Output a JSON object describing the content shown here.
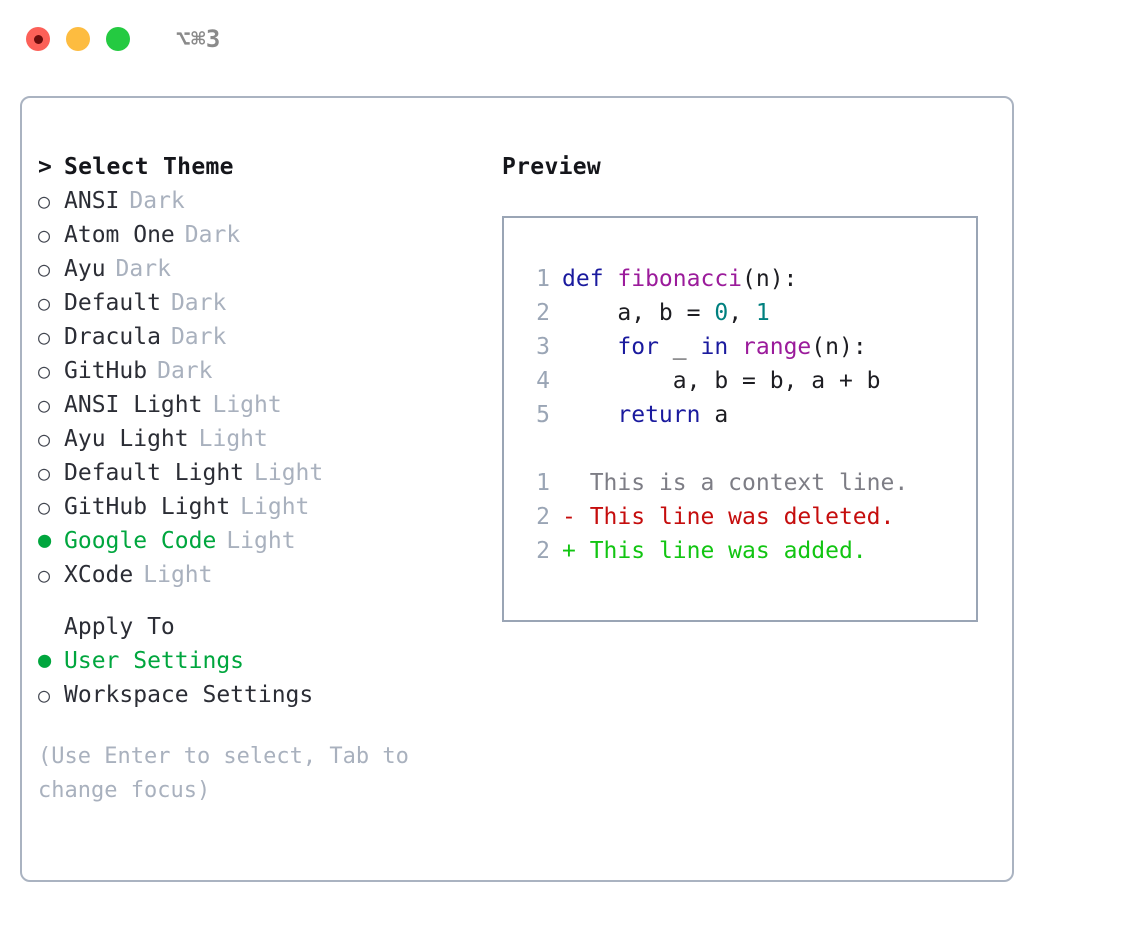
{
  "titlebar": {
    "shortcut": "⌥⌘3",
    "buttons": [
      {
        "name": "close",
        "color": "#fc6058"
      },
      {
        "name": "minimize",
        "color": "#fdbc40"
      },
      {
        "name": "maximize",
        "color": "#24ca41"
      }
    ]
  },
  "colors": {
    "accent_green": "#00a63e",
    "muted": "#a9b1be",
    "text": "#2b2d35",
    "border": "#aab3c1",
    "preview_border": "#9aa5b5",
    "keyword": "#1a1a9e",
    "function": "#9b1b9b",
    "number": "#00807f",
    "diff_deleted": "#c50d0d",
    "diff_added": "#12c512",
    "diff_context": "#7d7d85",
    "line_number": "#9aa5b5"
  },
  "theme_section": {
    "header_marker": ">",
    "header_label": "Select Theme",
    "marker_unselected": "○",
    "marker_selected": "●",
    "items": [
      {
        "label": "ANSI",
        "badge": "Dark",
        "selected": false
      },
      {
        "label": "Atom One",
        "badge": "Dark",
        "selected": false
      },
      {
        "label": "Ayu",
        "badge": "Dark",
        "selected": false
      },
      {
        "label": "Default",
        "badge": "Dark",
        "selected": false
      },
      {
        "label": "Dracula",
        "badge": "Dark",
        "selected": false
      },
      {
        "label": "GitHub",
        "badge": "Dark",
        "selected": false
      },
      {
        "label": "ANSI Light",
        "badge": "Light",
        "selected": false
      },
      {
        "label": "Ayu Light",
        "badge": "Light",
        "selected": false
      },
      {
        "label": "Default Light",
        "badge": "Light",
        "selected": false
      },
      {
        "label": "GitHub Light",
        "badge": "Light",
        "selected": false
      },
      {
        "label": "Google Code",
        "badge": "Light",
        "selected": true
      },
      {
        "label": "XCode",
        "badge": "Light",
        "selected": false
      }
    ]
  },
  "apply_section": {
    "header_label": "Apply To",
    "items": [
      {
        "label": "User Settings",
        "selected": true
      },
      {
        "label": "Workspace Settings",
        "selected": false
      }
    ]
  },
  "hint": "(Use Enter to select, Tab to change focus)",
  "preview": {
    "title": "Preview",
    "code_lines": [
      {
        "num": "1",
        "tokens": [
          {
            "t": "def ",
            "c": "tok-kw"
          },
          {
            "t": "fibonacci",
            "c": "tok-fn"
          },
          {
            "t": "(n):",
            "c": "tok-txt"
          }
        ]
      },
      {
        "num": "2",
        "tokens": [
          {
            "t": "    a, b = ",
            "c": "tok-txt"
          },
          {
            "t": "0",
            "c": "tok-num"
          },
          {
            "t": ", ",
            "c": "tok-txt"
          },
          {
            "t": "1",
            "c": "tok-num"
          }
        ]
      },
      {
        "num": "3",
        "tokens": [
          {
            "t": "    ",
            "c": "tok-txt"
          },
          {
            "t": "for",
            "c": "tok-kw"
          },
          {
            "t": " _ ",
            "c": "tok-txt"
          },
          {
            "t": "in",
            "c": "tok-kw"
          },
          {
            "t": " ",
            "c": "tok-txt"
          },
          {
            "t": "range",
            "c": "tok-fn"
          },
          {
            "t": "(n):",
            "c": "tok-txt"
          }
        ]
      },
      {
        "num": "4",
        "tokens": [
          {
            "t": "        a, b = b, a + b",
            "c": "tok-txt"
          }
        ]
      },
      {
        "num": "5",
        "tokens": [
          {
            "t": "    ",
            "c": "tok-txt"
          },
          {
            "t": "return",
            "c": "tok-kw"
          },
          {
            "t": " a",
            "c": "tok-txt"
          }
        ]
      }
    ],
    "diff_lines": [
      {
        "num": "1",
        "sign": " ",
        "text": " This is a context line.",
        "c": "tok-ctx"
      },
      {
        "num": "2",
        "sign": "-",
        "text": " This line was deleted.",
        "c": "tok-del"
      },
      {
        "num": "2",
        "sign": "+",
        "text": " This line was added.",
        "c": "tok-add"
      }
    ]
  }
}
